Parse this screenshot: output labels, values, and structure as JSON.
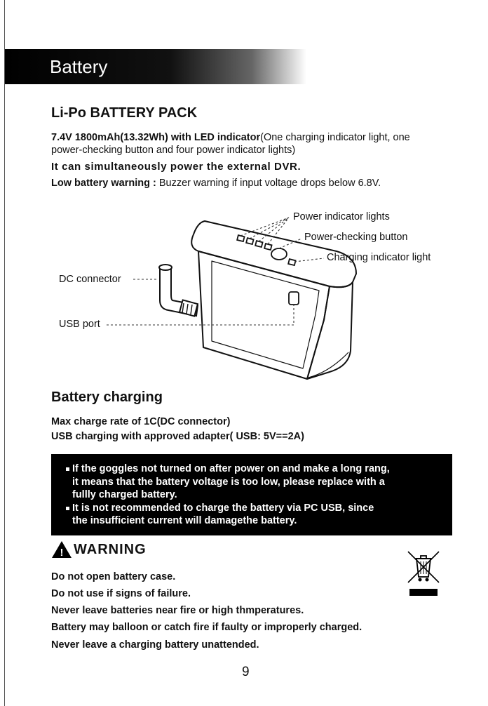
{
  "header": {
    "title": "Battery"
  },
  "battery_pack": {
    "heading": "Li-Po BATTERY PACK",
    "spec_bold": "7.4V 1800mAh(13.32Wh) with LED indicator",
    "spec_rest": "(One charging indicator light, one",
    "spec_line2": "power-checking button and four power indicator lights)",
    "external_dvr": "It can simultaneously power the external DVR.",
    "low_warning_label": "Low battery warning :",
    "low_warning_text": " Buzzer warning if input voltage drops below 6.8V."
  },
  "diagram": {
    "labels": {
      "power_indicator": "Power indicator lights",
      "power_checking": "Power-checking button",
      "charging_indicator": "Charging indicator light",
      "dc_connector": "DC connector",
      "usb_port": "USB port"
    }
  },
  "charging": {
    "heading": "Battery charging",
    "line1": "Max charge rate of 1C(DC connector)",
    "line2": "USB charging with approved adapter( USB: 5V==2A)"
  },
  "notice": {
    "bullet1_l1": "If the goggles not turned on after power on and make a long rang,",
    "bullet1_l2": "it means that the battery voltage is too low, please replace with a",
    "bullet1_l3": "fullly charged battery.",
    "bullet2_l1": "It is not recommended to charge the battery via PC USB, since",
    "bullet2_l2": "the insufficient current will damagethe battery."
  },
  "warning": {
    "title": "WARNING",
    "icon_glyph": "!",
    "items": [
      "Do not open battery case.",
      "Do not use if signs of failure.",
      "Never leave batteries near fire or high thmperatures.",
      "Battery may balloon or catch fire if faulty or improperly charged.",
      "Never leave a charging battery unattended."
    ]
  },
  "page_number": "9"
}
